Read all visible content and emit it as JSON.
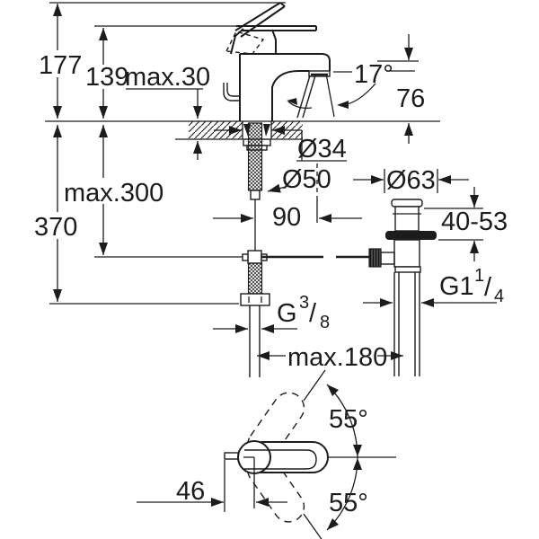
{
  "drawing": {
    "type": "faucet-installation-technical-drawing",
    "colors": {
      "ink": "#1c1c1c",
      "background": "#ffffff",
      "border": "#cfcfcf"
    },
    "front_view": {
      "overall_height": "177",
      "spout_ref_height": "139",
      "deck_thickness_max": "max.30",
      "spray_angle": "17°",
      "outlet_height": "76",
      "hole_diameter": "Ø34",
      "base_diameter": "Ø50",
      "center_offset": "90",
      "hose_reach_max": "max.300",
      "total_depth": "370",
      "supply_thread": {
        "base": "G",
        "sup": "3",
        "slash": "/",
        "sub": "8"
      },
      "linkage_reach_max": "max.180"
    },
    "drain_valve": {
      "flange_diameter": "Ø63",
      "deck_range": "40-53",
      "waste_thread": {
        "base": "G1",
        "sup": "1",
        "slash": "/",
        "sub": "4"
      }
    },
    "top_view": {
      "swivel_upper": "55°",
      "swivel_lower": "55°",
      "handle_offset": "46"
    }
  }
}
